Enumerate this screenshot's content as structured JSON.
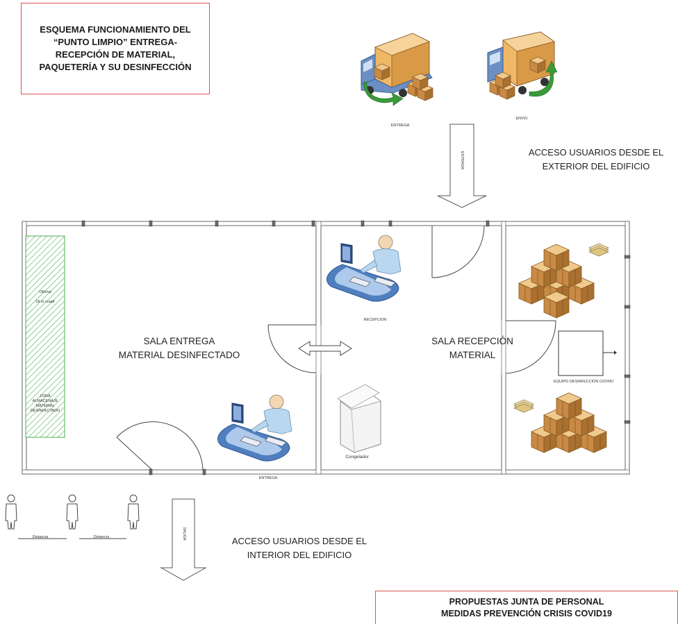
{
  "title_box": {
    "text": "ESQUEMA FUNCIONAMIENTO DEL\n“PUNTO LIMPIO” ENTREGA-\nRECEPCIÓN DE MATERIAL,\nPAQUETERÍA Y SU DESINFECCIÓN"
  },
  "trucks": {
    "entrega_label": "ENTREGA",
    "envio_label": "ENVIO"
  },
  "entry_arrow": {
    "label": "ENTRADA"
  },
  "access_exterior": {
    "line1": "ACCESO USUARIOS DESDE EL",
    "line2": "EXTERIOR DEL EDIFICIO"
  },
  "rooms": {
    "entrega": {
      "line1": "SALA ENTREGA",
      "line2": "MATERIAL DESINFECTADO"
    },
    "recepcion": {
      "line1": "SALA RECEPCIÓN",
      "line2": "MATERIAL"
    }
  },
  "storage_strip": {
    "office_line1": "Oficina",
    "office_line2": "18 m cuadr",
    "zone_text": "ZONA\nALMACENAJE\nMATERIAL\nDESINFECTADO"
  },
  "labels": {
    "recepcion_desk": "RECEPCION",
    "congelador": "Congelador",
    "equipo": "EQUIPO DESINFECCIÓN OZONO",
    "entrega_bottom": "ENTREGA",
    "salida": "SALIDA",
    "distancia_1": "Distancia",
    "distancia_2": "Distancia"
  },
  "access_interior": {
    "line1": "ACCESO USUARIOS DESDE EL",
    "line2": "INTERIOR DEL EDIFICIO"
  },
  "footer": {
    "line1": "PROPUESTAS JUNTA DE PERSONAL",
    "line2": "MEDIDAS PREVENCIÓN CRISIS COVID19"
  },
  "colors": {
    "title_border": "#d9534f",
    "wall": "#555555",
    "box_brown": "#c8914f",
    "truck_blue": "#6b8fc4",
    "arrow_green": "#3a9a3a",
    "strip_green": "#4caf50"
  }
}
